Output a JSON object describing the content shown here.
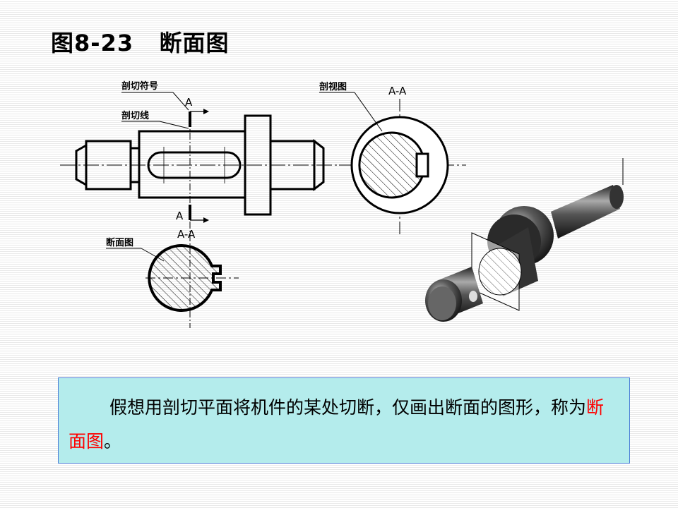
{
  "slide": {
    "title": "图8-23   断面图"
  },
  "labels": {
    "cut_symbol": "剖切符号",
    "cut_line": "剖切线",
    "section_view_label": "剖视图",
    "section_drawing_label": "断面图",
    "letter_top": "A",
    "letter_bottom": "A",
    "section_view_name": "A-A",
    "section_drawing_name": "A-A"
  },
  "description": {
    "part1": "假想用剖切平面将机件的某处切断，仅画出断面的图形，称为",
    "highlight": "断面图",
    "part2": "。"
  },
  "colors": {
    "highlight": "#ff0000",
    "box_background": "#b4ecec",
    "box_border": "#4a7bd6"
  }
}
